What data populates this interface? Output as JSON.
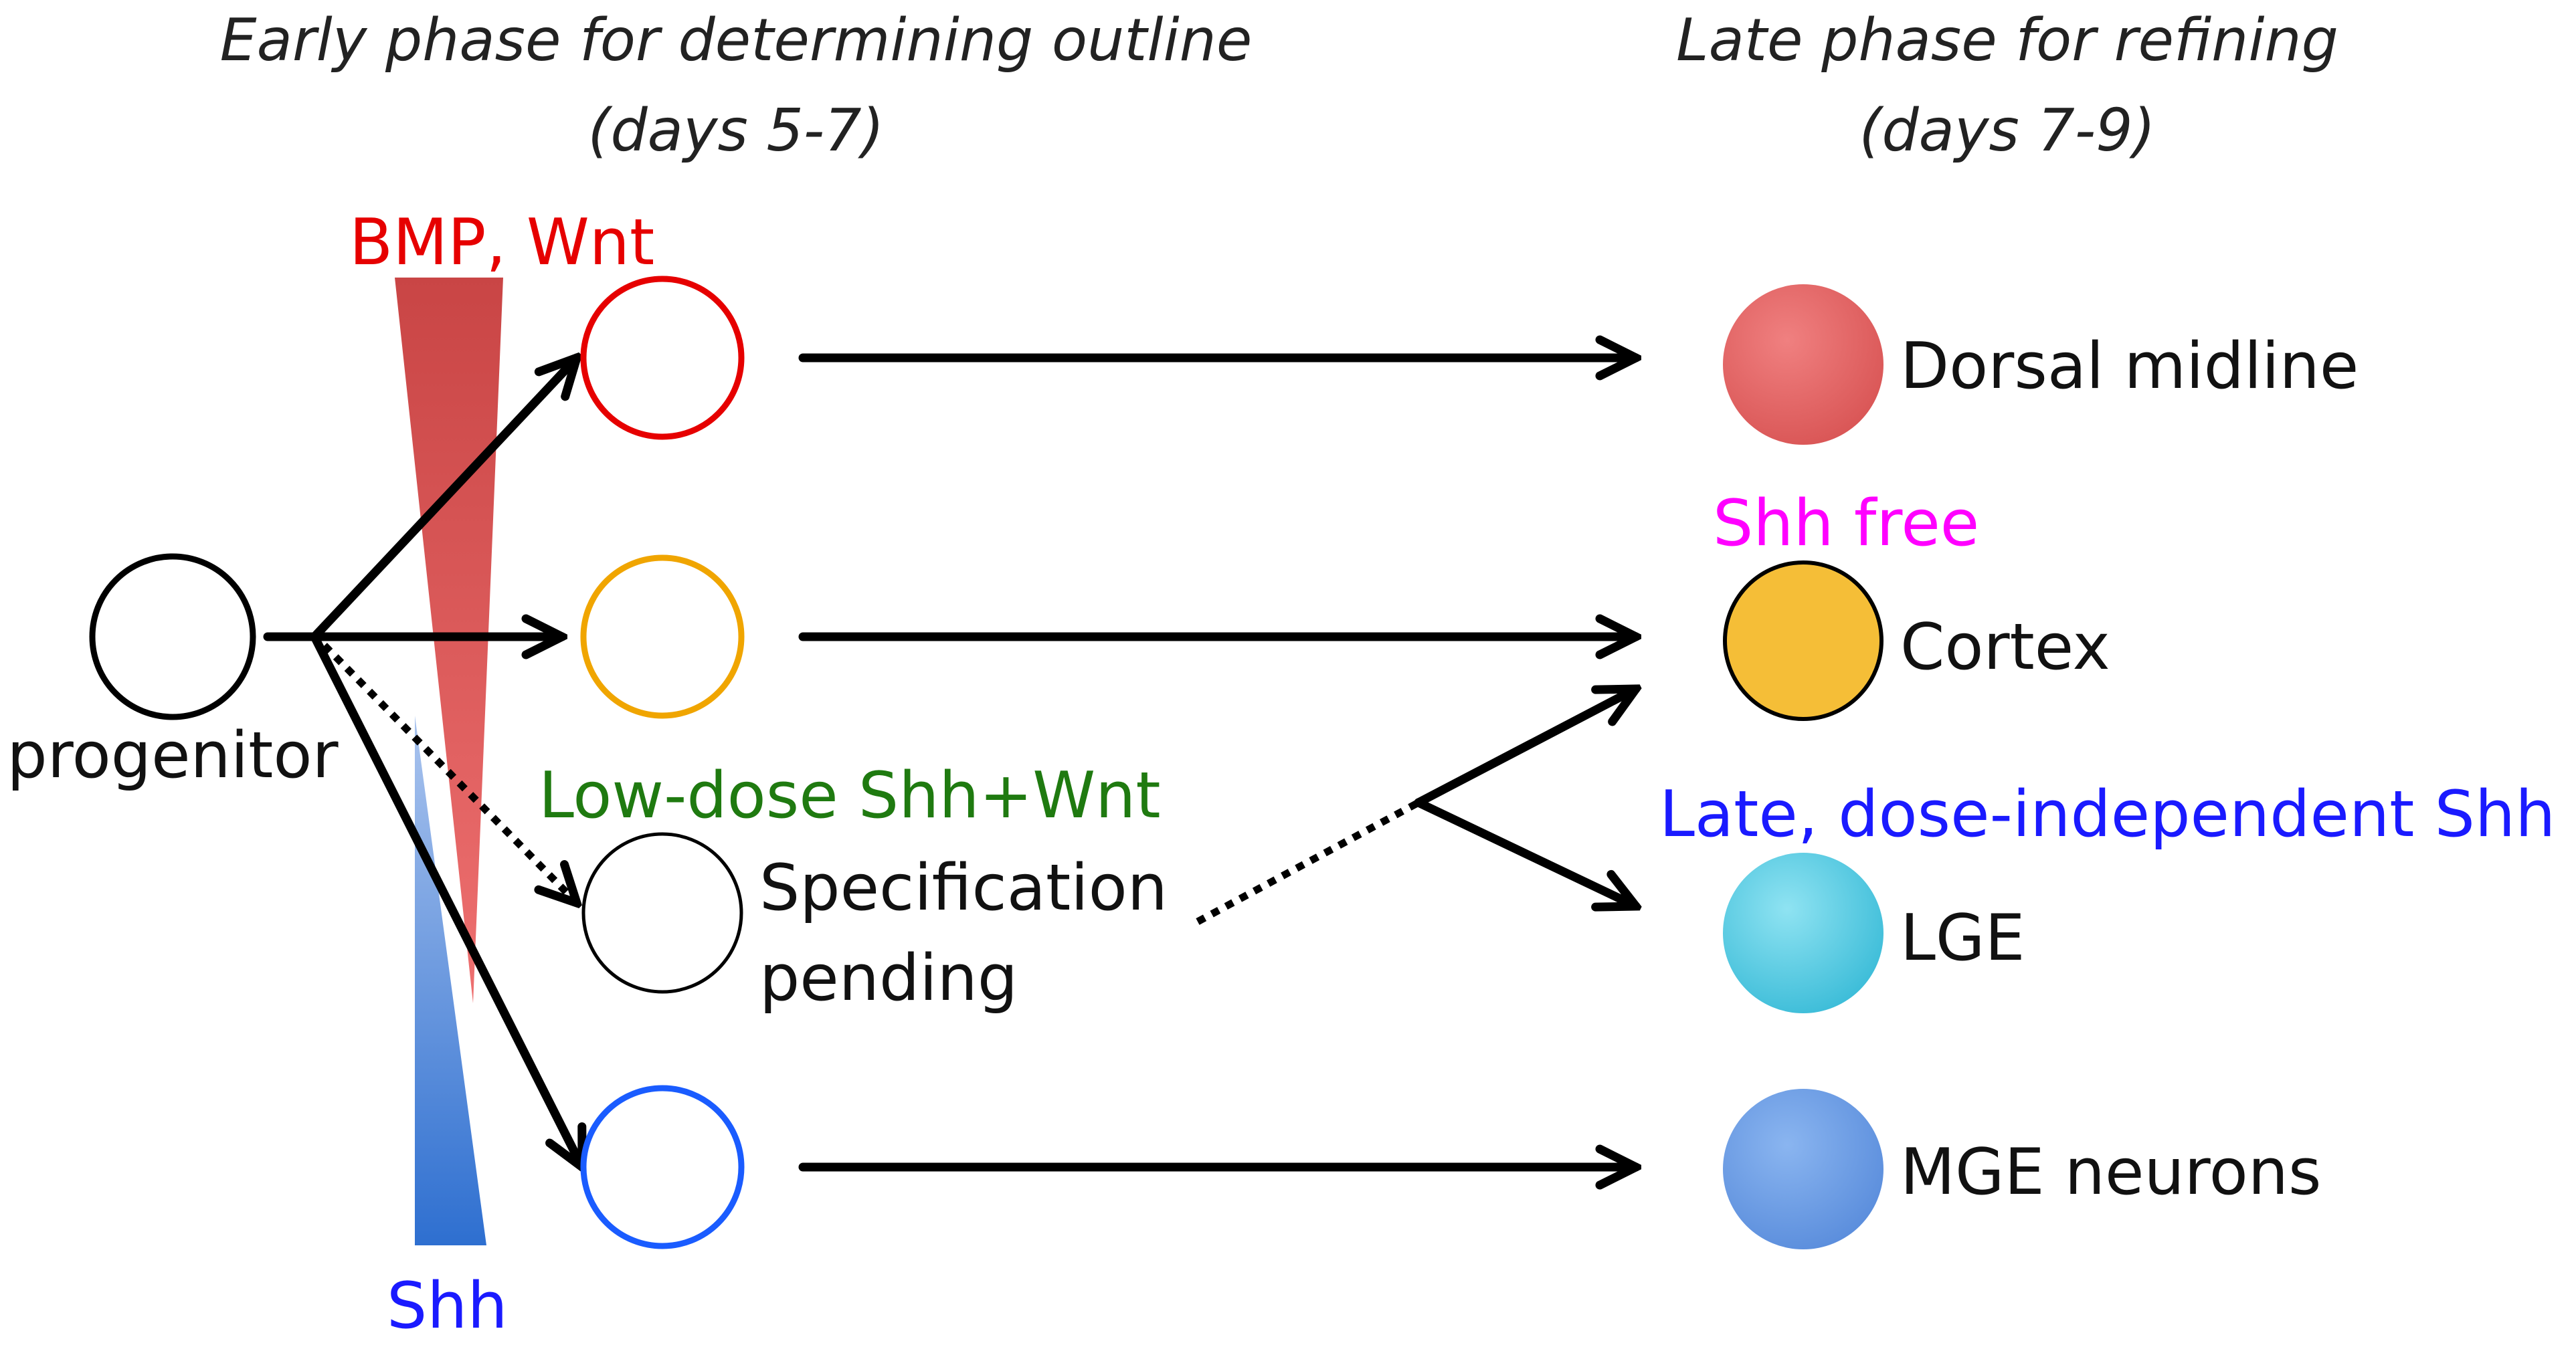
{
  "headers": {
    "early_title": "Early phase for determining outline",
    "early_days": "(days 5-7)",
    "late_title": "Late phase for refining",
    "late_days": "(days 7-9)"
  },
  "signals": {
    "bmp_wnt": "BMP, Wnt",
    "shh": "Shh",
    "low_dose": "Low-dose Shh+Wnt",
    "shh_free": "Shh free",
    "late_shh": "Late, dose-independent Shh"
  },
  "nodes": {
    "progenitor": "progenitor",
    "pending_line1": "Specification",
    "pending_line2": "pending"
  },
  "outcomes": {
    "dorsal": "Dorsal midline",
    "cortex": "Cortex",
    "lge": "LGE",
    "mge": "MGE neurons"
  },
  "colors": {
    "red": "#e60000",
    "orange": "#f0a500",
    "blue_outline": "#1a5cff",
    "green": "#1f7a10",
    "magenta": "#ff00ff",
    "blue_text": "#1a1aff",
    "dorsal_fill": "#e06060",
    "cortex_fill": "#f5be37",
    "lge_fill": "#46c7e0",
    "mge_fill": "#6a9ee6"
  }
}
